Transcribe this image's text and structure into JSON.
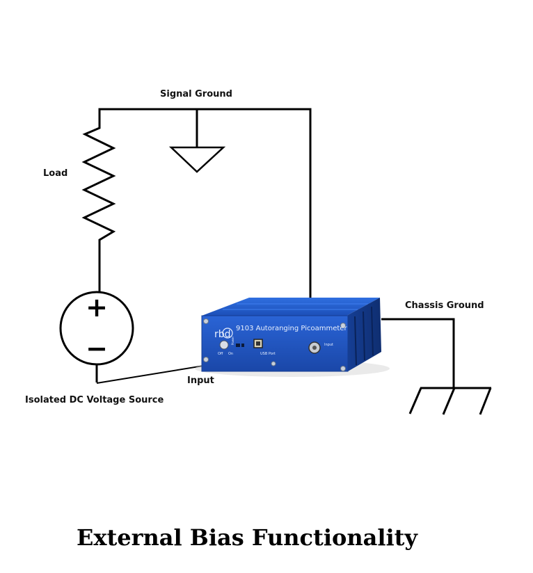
{
  "labels": {
    "signal_ground": "Signal Ground",
    "load": "Load",
    "chassis_ground": "Chassis Ground",
    "input": "Input",
    "voltage_source": "Isolated DC Voltage Source"
  },
  "source_symbols": {
    "plus": "+",
    "minus": "−"
  },
  "device": {
    "brand": "rbd",
    "model": "9103 Autoranging Picoammeter",
    "usb_label": "USB Port",
    "input_label": "Input",
    "off_label": "Off",
    "on_label": "On",
    "power_label": "Power",
    "body_color": "#1e56c8"
  },
  "title": "External Bias Functionality"
}
